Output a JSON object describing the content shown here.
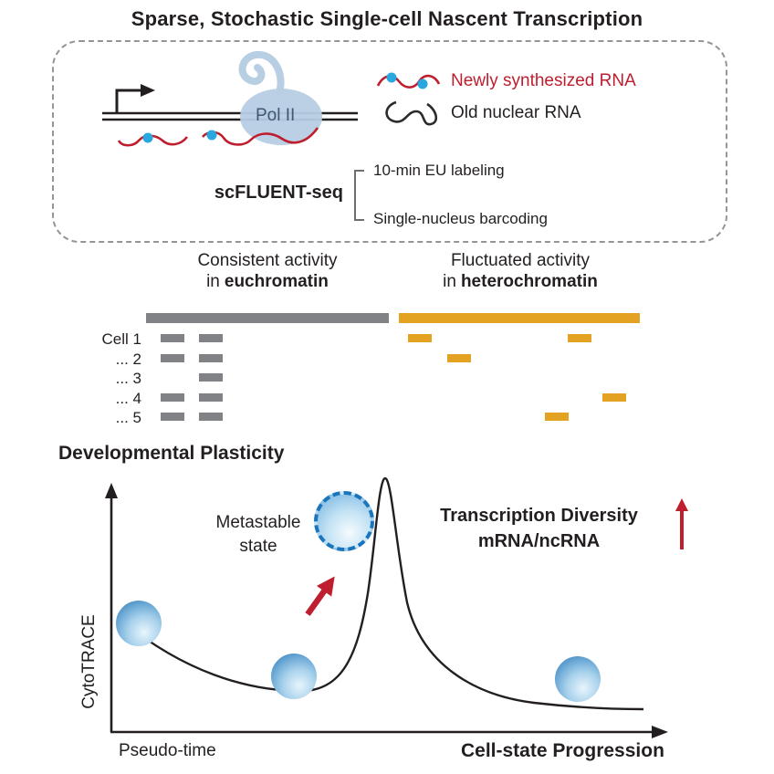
{
  "title": "Sparse, Stochastic Single-cell Nascent Transcription",
  "method_box": {
    "pol2_label": "Pol II",
    "legend": {
      "new_rna": "Newly synthesized RNA",
      "old_rna": "Old nuclear RNA"
    },
    "method_name": "scFLUENT-seq",
    "steps": [
      "10-min EU labeling",
      "Single-nucleus barcoding"
    ]
  },
  "tracks": {
    "left": {
      "line1": "Consistent activity",
      "line2_prefix": "in",
      "line2_bold": "euchromatin"
    },
    "right": {
      "line1": "Fluctuated activity",
      "line2_prefix": "in",
      "line2_bold": "heterochromatin"
    },
    "cells": [
      "Cell 1",
      "... 2",
      "... 3",
      "... 4",
      "... 5"
    ],
    "gray_color": "#808285",
    "orange_color": "#E3A222",
    "gray_rows": [
      [
        176,
        218
      ],
      [
        176,
        218
      ],
      [
        218
      ],
      [
        176,
        218
      ],
      [
        176,
        218
      ]
    ],
    "orange_rows": [
      [
        447,
        622
      ],
      [
        490
      ],
      [],
      [
        660
      ],
      [
        597
      ]
    ]
  },
  "plot": {
    "heading": "Developmental Plasticity",
    "ylabel": "CytoTRACE",
    "xlabel": "Pseudo-time",
    "x_progress_label": "Cell-state Progression",
    "metastable_line1": "Metastable",
    "metastable_line2": "state",
    "diversity_line1": "Transcription Diversity",
    "diversity_line2": "mRNA/ncRNA",
    "accent_red": "#BE1E2D",
    "dot_blue": "#29A8E0",
    "curve_color": "#231f20"
  }
}
